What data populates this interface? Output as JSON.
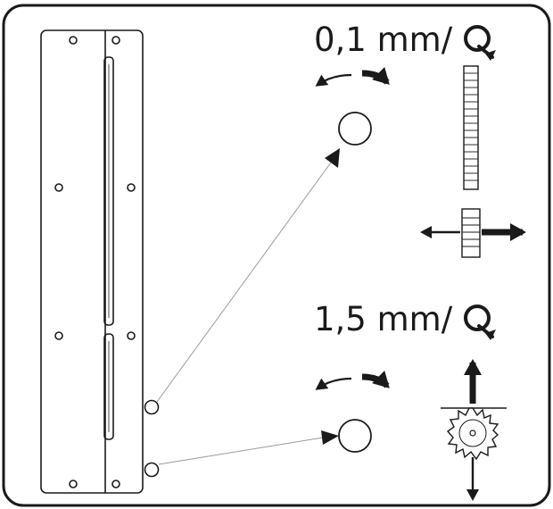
{
  "top_adjustment": {
    "rate_text": "0,1 mm/",
    "rotate_icon": "rotation-icon",
    "motion": "horizontal"
  },
  "bottom_adjustment": {
    "rate_text": "1,5 mm/",
    "rotate_icon": "rotation-icon",
    "motion": "vertical"
  },
  "colors": {
    "stroke": "#1a1a1a",
    "leader": "#9a9a9a",
    "background": "#ffffff"
  }
}
